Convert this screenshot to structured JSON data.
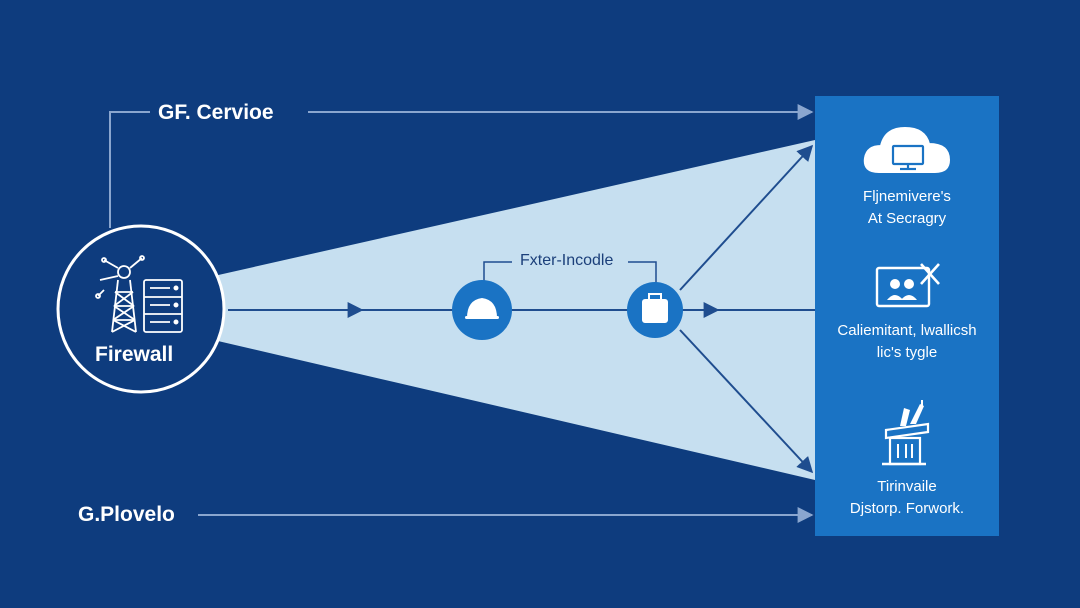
{
  "labels": {
    "top": "GF. Cervioe",
    "bottom": "G.Plovelo",
    "firewall": "Firewall",
    "center": "Fxter-Incodle"
  },
  "panel": {
    "items": [
      {
        "icon": "cloud-monitor-icon",
        "line1": "Fljnemivere's",
        "line2": "At Secragry"
      },
      {
        "icon": "presentation-screen-icon",
        "line1": "Caliemitant, lwallicsh",
        "line2": "lic's tygle"
      },
      {
        "icon": "podium-icon",
        "line1": "Tirinvaile",
        "line2": "Djstorp. Forwork."
      }
    ]
  },
  "icons": {
    "firewall": "antenna-tower-server-icon",
    "node_left": "user-icon",
    "node_right": "bag-icon"
  },
  "colors": {
    "background": "#0e3c7e",
    "beam": "#c6dff0",
    "panel": "#1a73c4",
    "node": "#1a73c4",
    "line": "#1f4d8f",
    "connector": "#8aa6cf"
  }
}
